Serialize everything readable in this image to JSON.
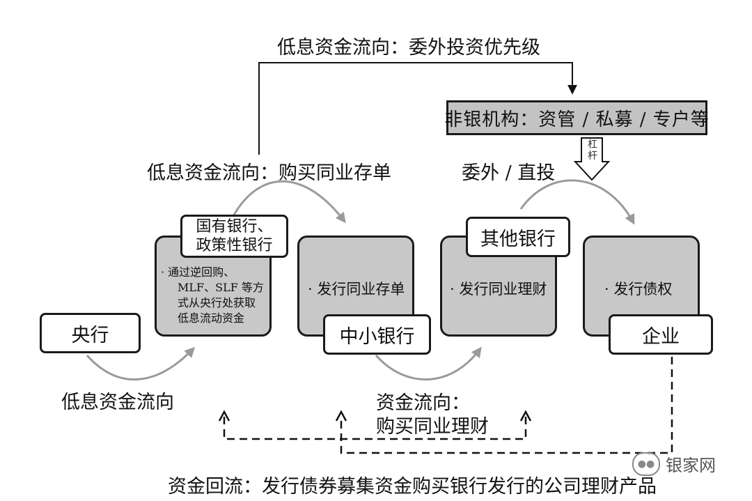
{
  "top": {
    "label": "低息资金流向：委外投资优先级",
    "nonbank_box": "非银机构：资管 / 私募 / 专户等",
    "leverage": "杠杆"
  },
  "flows": {
    "cd_purchase": "低息资金流向：购买同业存单",
    "entrusted": "委外 / 直投",
    "low_interest": "低息资金流向",
    "wm_purchase_line1": "资金流向：",
    "wm_purchase_line2": "购买同业理财",
    "return_flow": "资金回流：发行债券募集资金购买银行发行的公司理财产品"
  },
  "boxes": {
    "central_bank": "央行",
    "state_banks_line1": "国有银行、",
    "state_banks_line2": "政策性银行",
    "state_banks_bullet": [
      "· 通过逆回购、",
      "MLF、SLF 等方",
      "式从央行处获取",
      "低息流动资金"
    ],
    "small_banks": "中小银行",
    "small_banks_bullet": "· 发行同业存单",
    "other_banks": "其他银行",
    "other_banks_bullet": "· 发行同业理财",
    "enterprise": "企业",
    "enterprise_bullet": "· 发行债权"
  },
  "watermark": {
    "text": "银家网",
    "icon": "wechat-icon"
  }
}
